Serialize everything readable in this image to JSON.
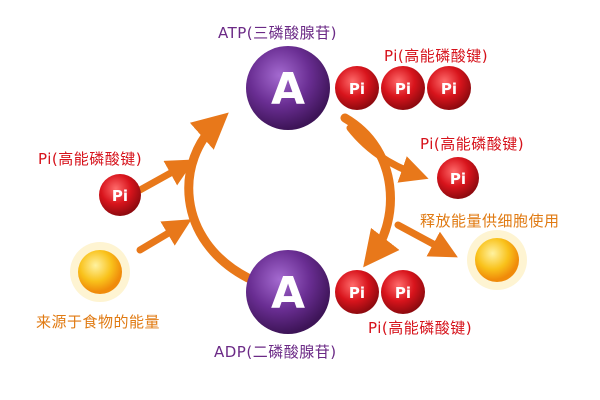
{
  "atp": {
    "label": "ATP(三磷酸腺苷)",
    "letter": "A",
    "pi_label": "Pi(高能磷酸键)"
  },
  "adp": {
    "label": "ADP(二磷酸腺苷)",
    "letter": "A",
    "pi_label": "Pi(高能磷酸键)"
  },
  "pi_text": "Pi",
  "input_pi_label": "Pi(高能磷酸键)",
  "released_pi_label": "Pi(高能磷酸键)",
  "food_energy_label": "来源于食物的能量",
  "release_energy_label": "释放能量供细胞使用",
  "colors": {
    "purple": "#6b2a86",
    "red": "#d6121b",
    "orange": "#e8781a",
    "sun": "#f7b718"
  }
}
